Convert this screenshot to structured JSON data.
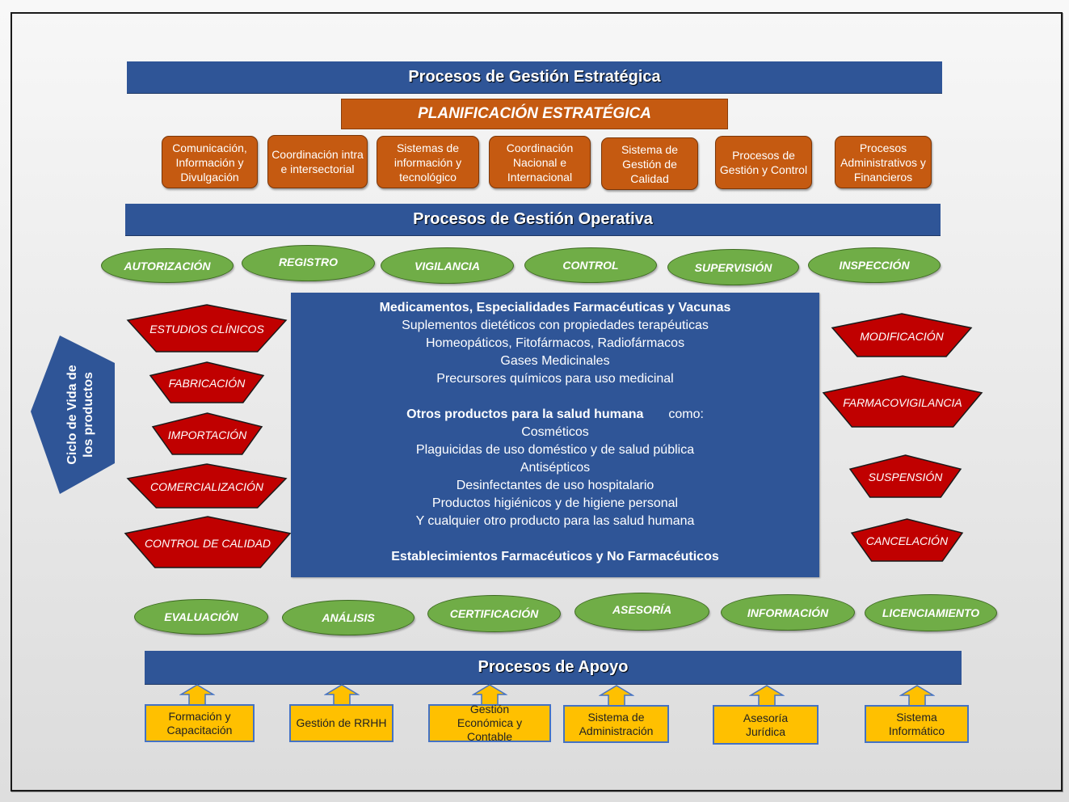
{
  "strategic": {
    "title": "Procesos de Gestión Estratégica",
    "planning": "PLANIFICACIÓN ESTRATÉGICA",
    "boxes": [
      "Comunicación, Información y Divulgación",
      "Coordinación intra e intersectorial",
      "Sistemas de información y tecnológico",
      "Coordinación Nacional e Internacional",
      "Sistema de Gestión de Calidad",
      "Procesos de Gestión y Control",
      "Procesos Administrativos y Financieros"
    ]
  },
  "operative": {
    "title": "Procesos de Gestión Operativa",
    "ovals": [
      "AUTORIZACIÓN",
      "REGISTRO",
      "VIGILANCIA",
      "CONTROL",
      "SUPERVISIÓN",
      "INSPECCIÓN"
    ]
  },
  "lifecycle": {
    "label_line1": "Ciclo de Vida de",
    "label_line2": "los productos",
    "left_stages": [
      "ESTUDIOS CLÍNICOS",
      "FABRICACIÓN",
      "IMPORTACIÓN",
      "COMERCIALIZACIÓN",
      "CONTROL DE CALIDAD"
    ],
    "right_stages": [
      "MODIFICACIÓN",
      "FARMACOVIGILANCIA",
      "SUSPENSIÓN",
      "CANCELACIÓN"
    ]
  },
  "products": {
    "heading1": "Medicamentos, Especialidades Farmacéuticas y Vacunas",
    "group1": [
      "Suplementos dietéticos con propiedades terapéuticas",
      "Homeopáticos, Fitofármacos, Radiofármacos",
      "Gases Medicinales",
      "Precursores químicos para uso medicinal"
    ],
    "heading2": "Otros productos para la salud humana",
    "heading2_suffix": "como:",
    "group2": [
      "Cosméticos",
      "Plaguicidas de uso doméstico y de salud pública",
      "Antisépticos",
      "Desinfectantes de uso hospitalario",
      "Productos higiénicos y de higiene personal",
      "Y cualquier otro producto para las salud humana"
    ],
    "heading3": "Establecimientos Farmacéuticos y No Farmacéuticos"
  },
  "services": {
    "ovals": [
      "EVALUACIÓN",
      "ANÁLISIS",
      "CERTIFICACIÓN",
      "ASESORÍA",
      "INFORMACIÓN",
      "LICENCIAMIENTO"
    ]
  },
  "support": {
    "title": "Procesos de Apoyo",
    "boxes": [
      "Formación y Capacitación",
      "Gestión de RRHH",
      "Gestión Económica y Contable",
      "Sistema de Administración",
      "Asesoría Jurídica",
      "Sistema Informático"
    ]
  },
  "colors": {
    "blue": "#2f5597",
    "orange": "#c55a11",
    "green": "#70ad47",
    "red": "#c00000",
    "yellow": "#ffc000"
  }
}
